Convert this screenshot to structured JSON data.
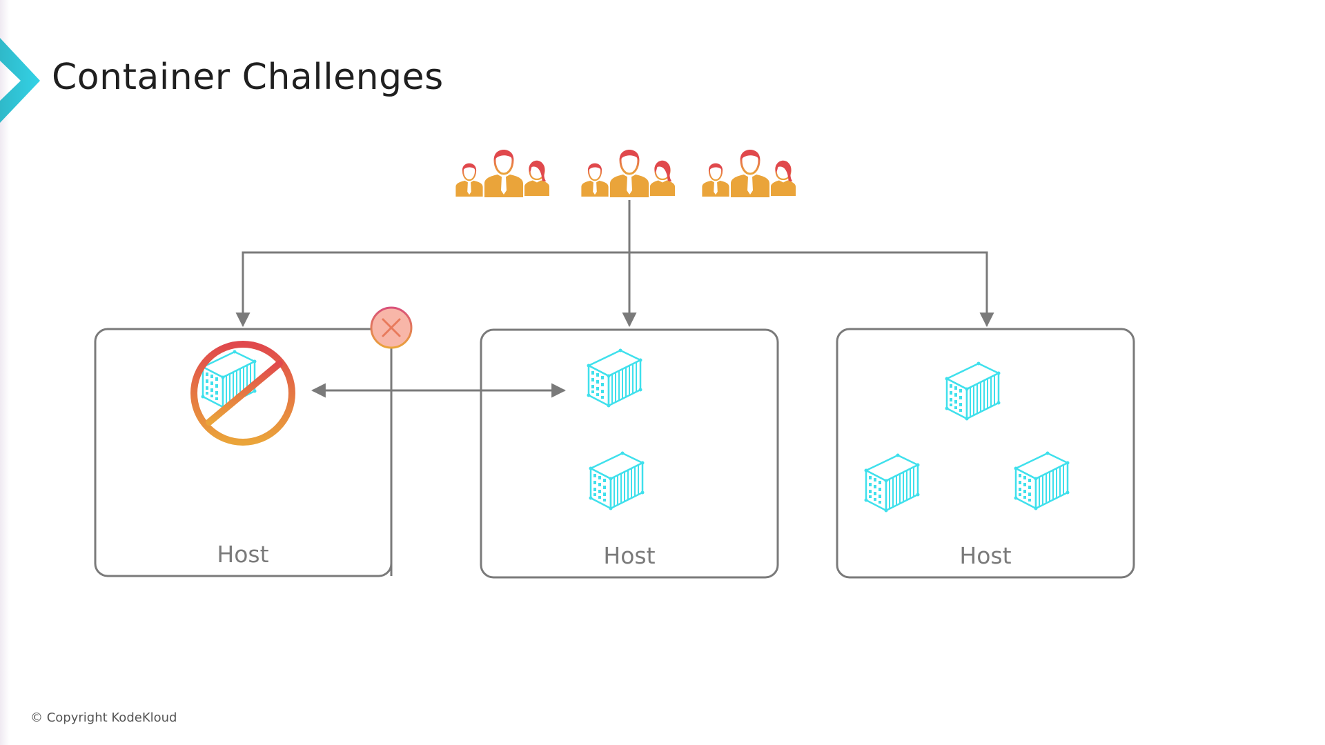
{
  "slide": {
    "title": "Container Challenges",
    "copyright": "© Copyright KodeKloud",
    "accent_color": "#2ec4d6"
  },
  "diagram": {
    "user_groups": [
      {
        "icon": "users-group-icon"
      },
      {
        "icon": "users-group-icon"
      },
      {
        "icon": "users-group-icon"
      }
    ],
    "hosts": [
      {
        "label": "Host",
        "containers": 1,
        "status": "failed",
        "icon": "container-disabled-icon"
      },
      {
        "label": "Host",
        "containers": 2,
        "status": "ok"
      },
      {
        "label": "Host",
        "containers": 3,
        "status": "ok"
      }
    ],
    "failure_badge": "close-icon",
    "colors": {
      "container": "#3fe0ec",
      "lines": "#7a7a7a",
      "users_top": "#e0484c",
      "users_bottom": "#eaa43a",
      "badge_fill": "#f8b6a8"
    }
  }
}
